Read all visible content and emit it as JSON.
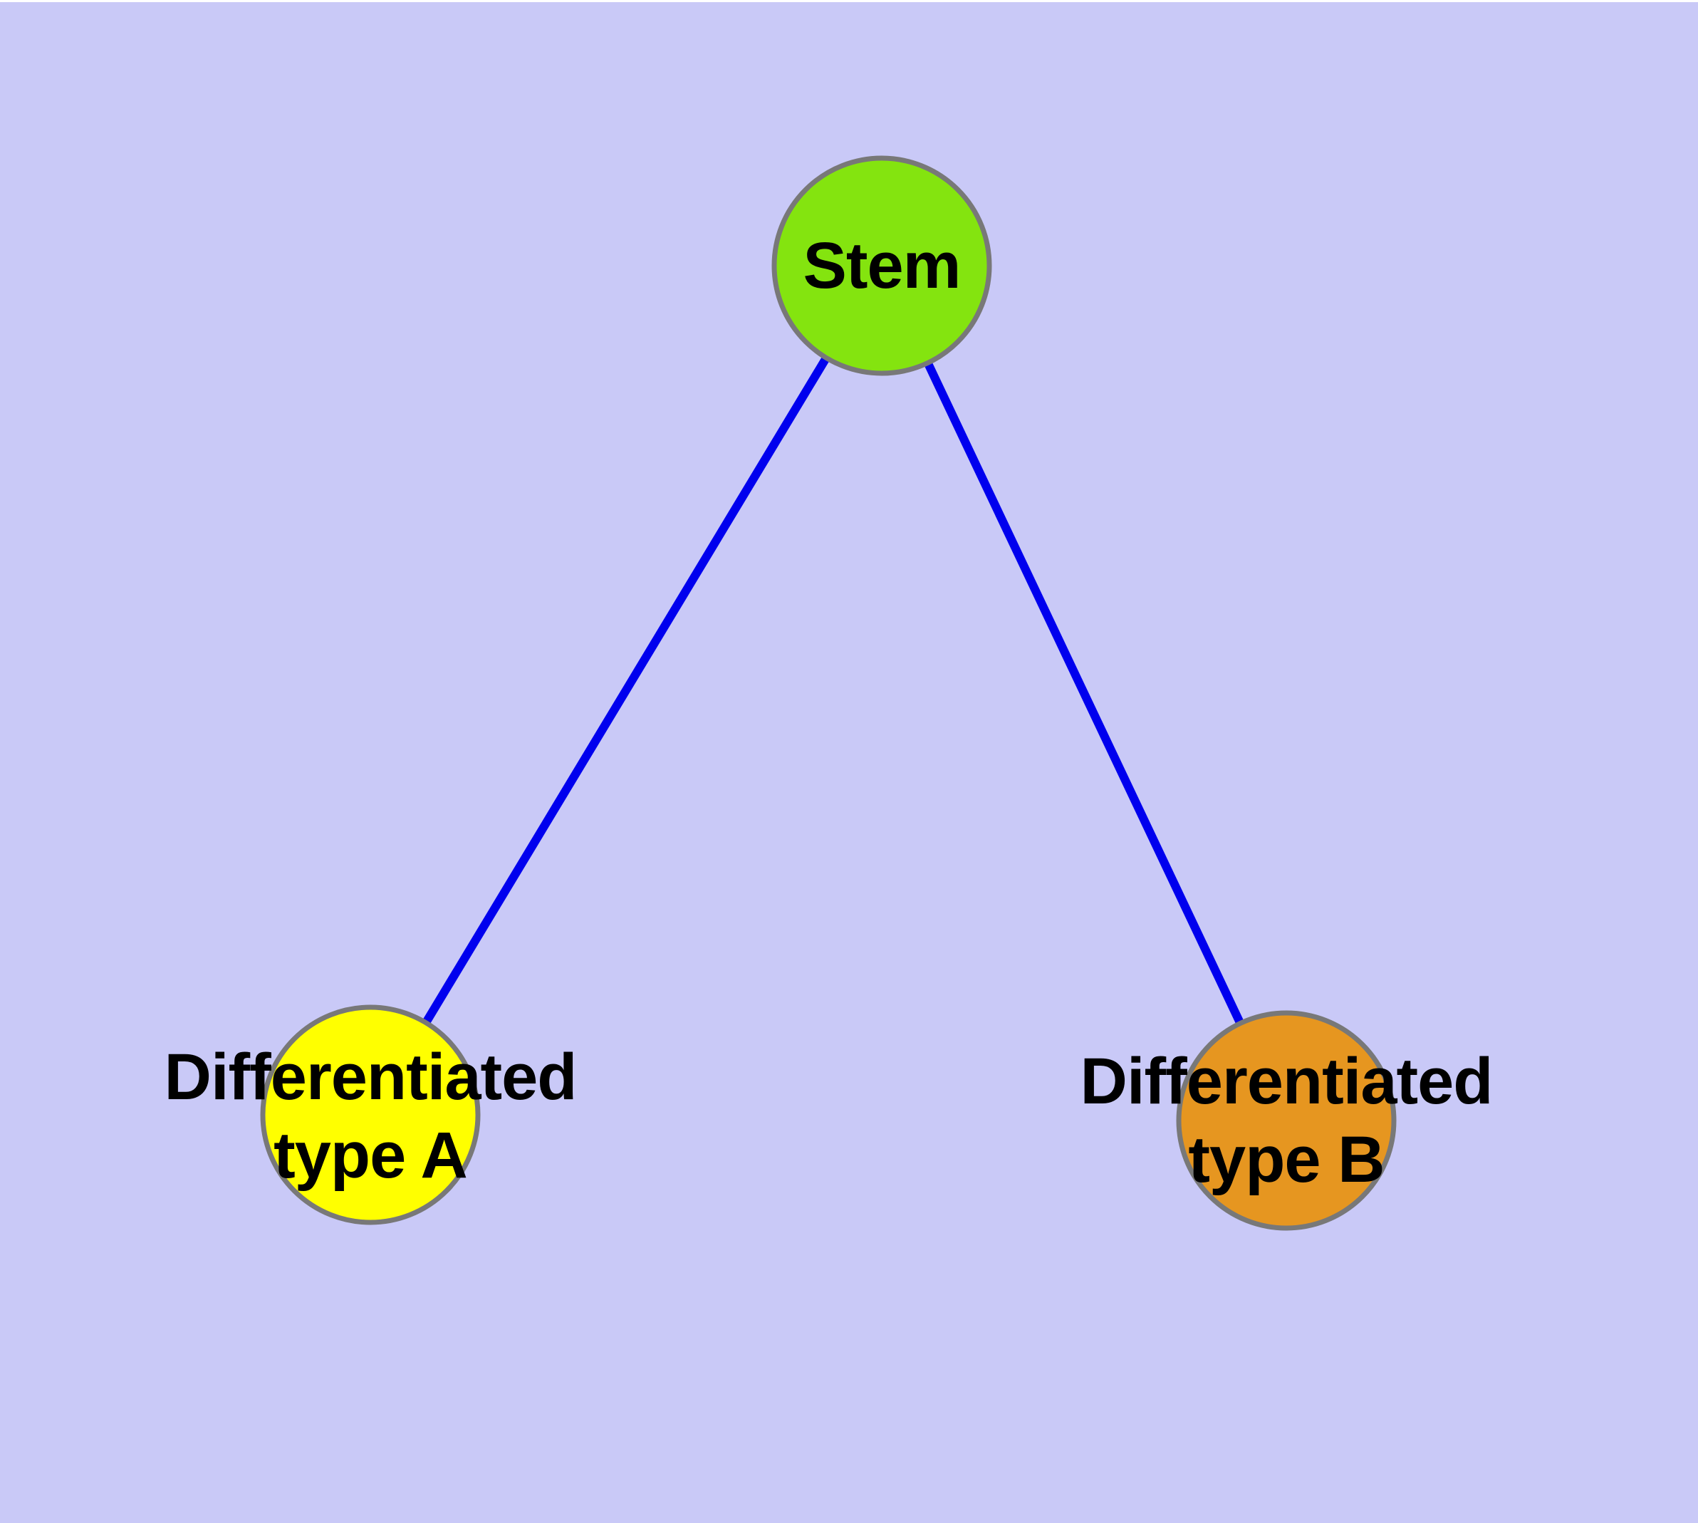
{
  "diagram": {
    "type": "node-link-graph",
    "background_color": "#c9c9f7",
    "top_margin_color": "#ffffff",
    "node_border_color": "#787878",
    "edge_color": "#0000ee",
    "text_color": "#000000",
    "nodes": [
      {
        "id": "stem",
        "label": "Stem",
        "color": "#84e40f"
      },
      {
        "id": "differentiated-type-a",
        "label_line1": "Differentiated",
        "label_line2": "type A",
        "color": "#ffff00"
      },
      {
        "id": "differentiated-type-b",
        "label_line1": "Differentiated",
        "label_line2": "type B",
        "color": "#e69620"
      }
    ],
    "edges": [
      {
        "from": "stem",
        "to": "differentiated-type-a"
      },
      {
        "from": "stem",
        "to": "differentiated-type-b"
      }
    ]
  }
}
